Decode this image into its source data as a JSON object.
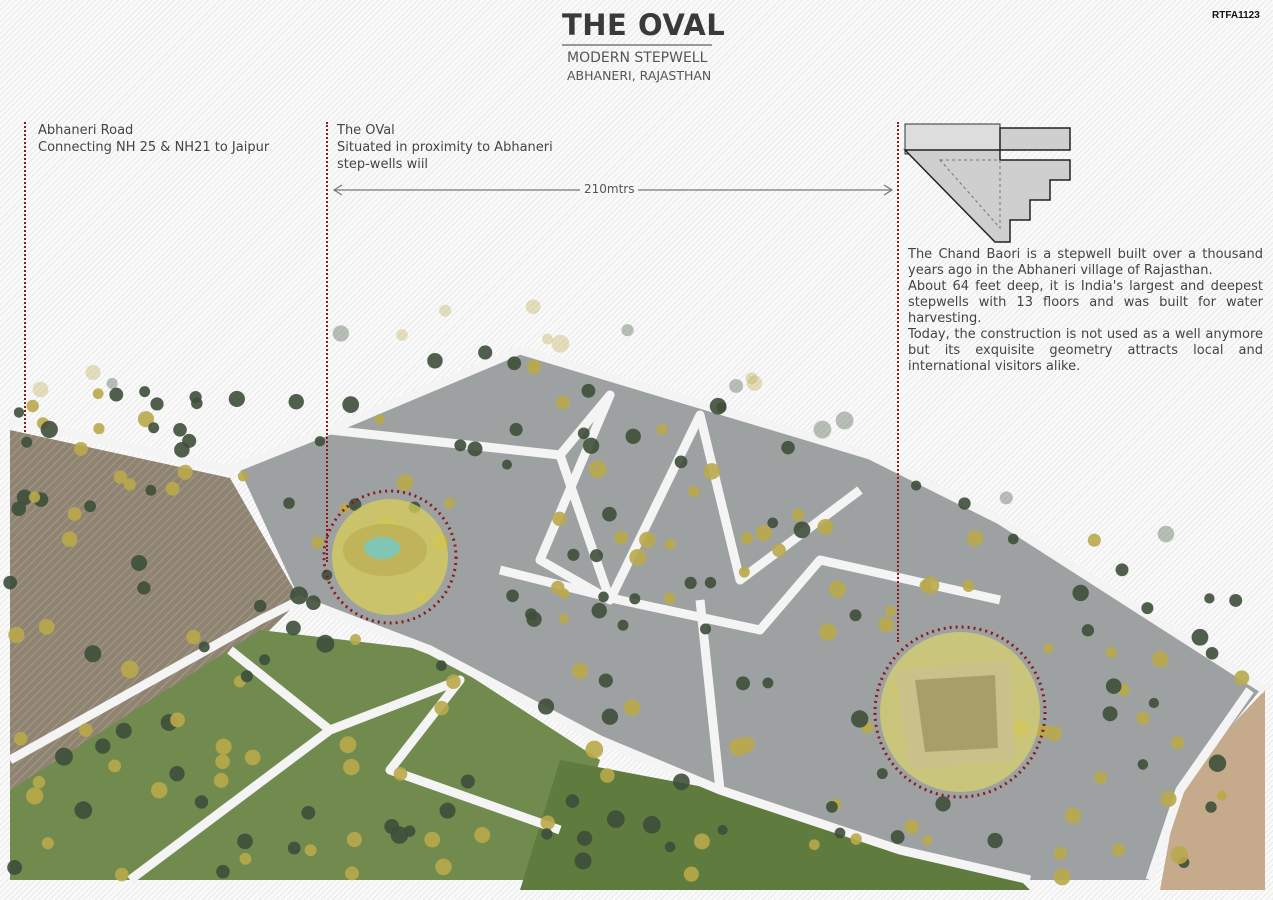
{
  "header": {
    "title": "THE OVAL",
    "subtitle": "MODERN STEPWELL",
    "location": "ABHANERI, RAJASTHAN",
    "code": "RTFA1123"
  },
  "labels": {
    "road": {
      "title": "Abhaneri Road",
      "desc": "Connecting NH 25 & NH21 to Jaipur"
    },
    "oval": {
      "title": "The OVal",
      "desc": "Situated in proximity to Abhaneri step-wells wiil"
    },
    "distance": "210mtrs"
  },
  "chand_baori": {
    "paragraphs": [
      "The Chand Baori is a stepwell built over a thousand years ago in the Abhaneri village of Rajasthan.",
      "About 64 feet deep, it is India's largest and deepest stepwells with 13 floors and was built for water harvesting.",
      "Today, the construction is not used as a well anymore but its exquisite geometry attracts local and international visitors alike."
    ]
  },
  "colors": {
    "marker": "#8a1c1c",
    "urban": "#9c9f9f",
    "field": "#6f8a4e",
    "brown": "#8f8472",
    "tree_dark": "#3d4f3a",
    "tree_yellow": "#b9a84a"
  }
}
